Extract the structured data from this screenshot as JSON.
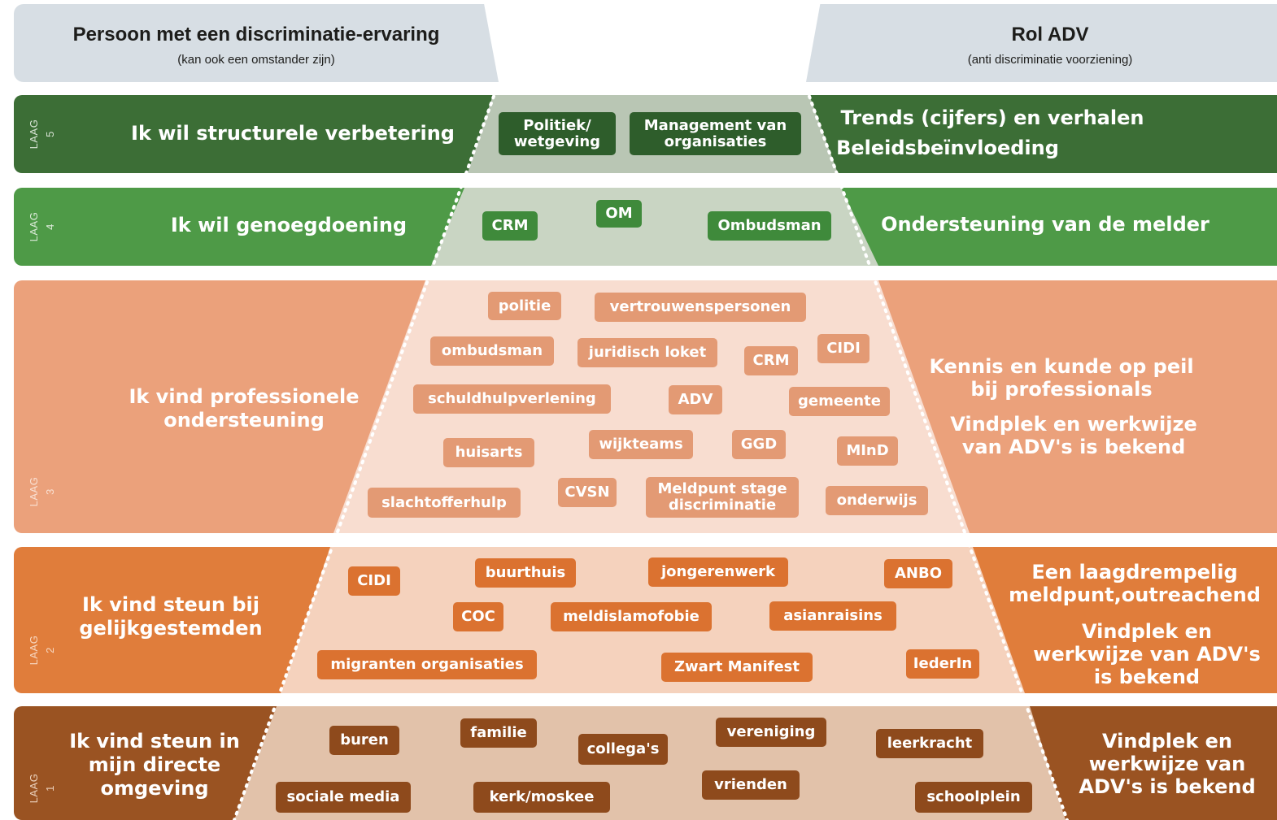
{
  "header": {
    "left_title": "Persoon met een discriminatie-ervaring",
    "left_sub": "(kan ook een omstander zijn)",
    "right_title": "Rol ADV",
    "right_sub": "(anti discriminatie voorziening)"
  },
  "colors": {
    "laag5": "#3c6e36",
    "laag4": "#4e9a47",
    "laag3": "#eba17b",
    "laag2": "#e07d3b",
    "laag1": "#9a5322",
    "header": "#d7dee4"
  },
  "layers": [
    {
      "label": "LAAG 5",
      "left": "Ik wil structurele verbetering",
      "right": [
        "Trends (cijfers) en verhalen",
        "Beleidsbeïnvloeding"
      ],
      "tags": [
        "Politiek/ wetgeving",
        "Management van organisaties"
      ]
    },
    {
      "label": "LAAG 4",
      "left": "Ik wil genoegdoening",
      "right": [
        "Ondersteuning van de melder"
      ],
      "tags": [
        "CRM",
        "OM",
        "Ombudsman"
      ]
    },
    {
      "label": "LAAG 3",
      "left": "Ik vind professionele ondersteuning",
      "right": [
        "Kennis en kunde op peil bij professionals",
        "Vindplek en werkwijze van ADV's is bekend"
      ],
      "tags": [
        "politie",
        "vertrouwenspersonen",
        "ombudsman",
        "juridisch loket",
        "CRM",
        "CIDI",
        "schuldhulpverlening",
        "ADV",
        "gemeente",
        "huisarts",
        "wijkteams",
        "GGD",
        "MInD",
        "slachtofferhulp",
        "CVSN",
        "Meldpunt stage discriminatie",
        "onderwijs"
      ]
    },
    {
      "label": "LAAG 2",
      "left": "Ik vind steun bij gelijkgestemden",
      "right": [
        "Een laagdrempelig meldpunt,outreachend",
        "Vindplek en werkwijze van ADV's is bekend"
      ],
      "tags": [
        "CIDI",
        "buurthuis",
        "jongerenwerk",
        "ANBO",
        "COC",
        "meldislamofobie",
        "asianraisins",
        "migranten organisaties",
        "Zwart Manifest",
        "IederIn"
      ]
    },
    {
      "label": "LAAG 1",
      "left": "Ik vind steun in mijn directe omgeving",
      "right": [
        "Vindplek en werkwijze van ADV's is bekend"
      ],
      "tags": [
        "buren",
        "familie",
        "collega's",
        "vereniging",
        "leerkracht",
        "sociale media",
        "kerk/moskee",
        "vrienden",
        "schoolplein"
      ]
    }
  ]
}
